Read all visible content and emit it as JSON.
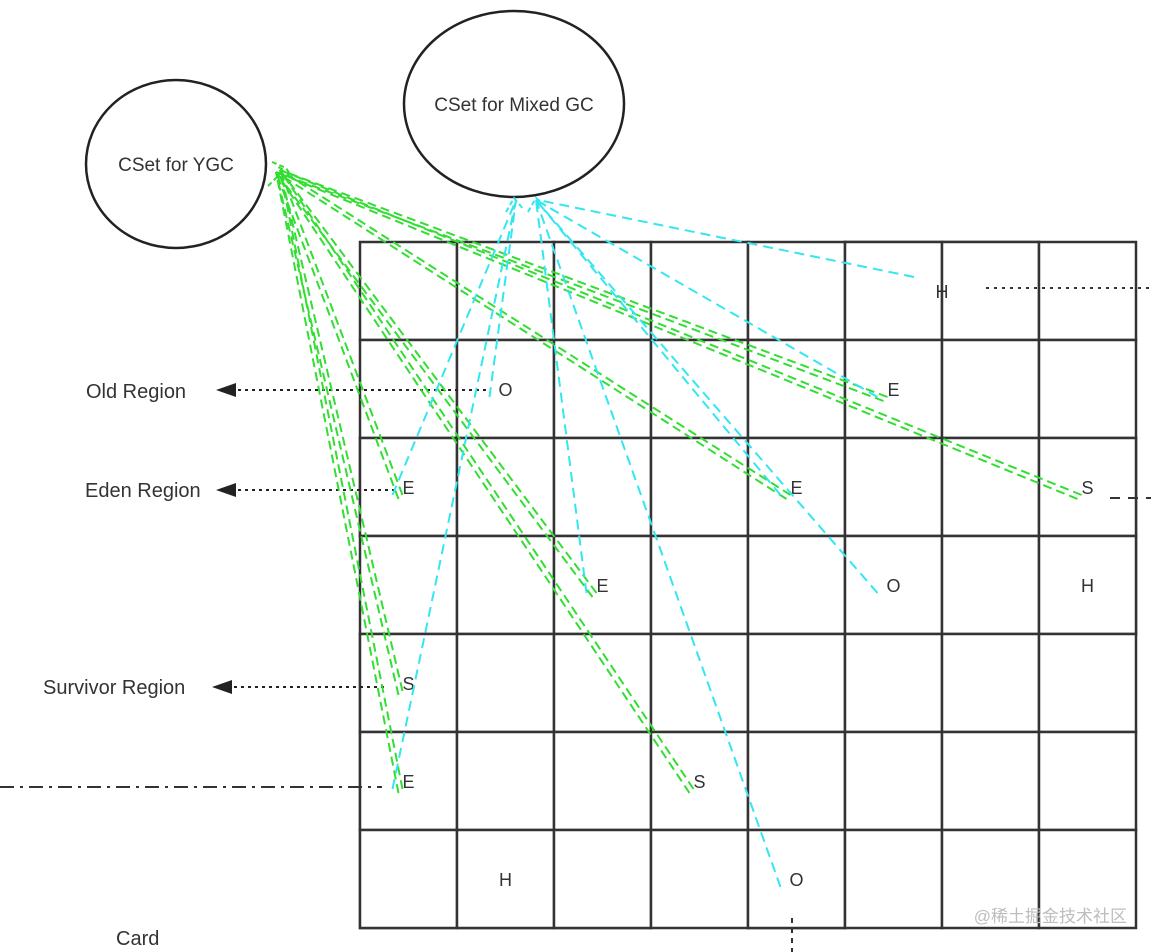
{
  "cset_ygc": {
    "label": "CSet for YGC"
  },
  "cset_mixed": {
    "label": "CSet for Mixed GC"
  },
  "side_labels": {
    "old": "Old Region",
    "eden": "Eden Region",
    "survivor": "Survivor Region",
    "card": "Card"
  },
  "region_types": {
    "E": {
      "color": "#ccf5cc"
    },
    "S": {
      "color": "#f8ccf8"
    },
    "O": {
      "color": "#c9c9fb"
    },
    "H": {
      "color": "#fb9b9b"
    }
  },
  "grid": {
    "rows": 7,
    "cols": 8
  },
  "regions": [
    {
      "type": "H",
      "label": "H",
      "row": 0,
      "col": 5,
      "span": 2
    },
    {
      "type": "O",
      "label": "O",
      "row": 1,
      "col": 1,
      "span": 1
    },
    {
      "type": "E",
      "label": "E",
      "row": 1,
      "col": 5,
      "span": 1
    },
    {
      "type": "E",
      "label": "E",
      "row": 2,
      "col": 0,
      "span": 1
    },
    {
      "type": "E",
      "label": "E",
      "row": 2,
      "col": 4,
      "span": 1
    },
    {
      "type": "S",
      "label": "S",
      "row": 2,
      "col": 7,
      "span": 1
    },
    {
      "type": "E",
      "label": "E",
      "row": 3,
      "col": 2,
      "span": 1
    },
    {
      "type": "O",
      "label": "O",
      "row": 3,
      "col": 5,
      "span": 1
    },
    {
      "type": "H",
      "label": "H",
      "row": 3,
      "col": 7,
      "span": 1
    },
    {
      "type": "S",
      "label": "S",
      "row": 4,
      "col": 0,
      "span": 1
    },
    {
      "type": "E",
      "label": "E",
      "row": 5,
      "col": 0,
      "span": 1
    },
    {
      "type": "S",
      "label": "S",
      "row": 5,
      "col": 3,
      "span": 1
    },
    {
      "type": "H",
      "label": "H",
      "row": 6,
      "col": 0,
      "span": 3
    },
    {
      "type": "O",
      "label": "O",
      "row": 6,
      "col": 4,
      "span": 1
    }
  ],
  "ygc_links": [
    "E",
    "S"
  ],
  "mixed_links": [
    "E",
    "O"
  ],
  "colors": {
    "ygc_line": "#33dd33",
    "mixed_line": "#33e6f0",
    "grid_line": "#333333"
  },
  "watermark": "@稀土掘金技术社区"
}
